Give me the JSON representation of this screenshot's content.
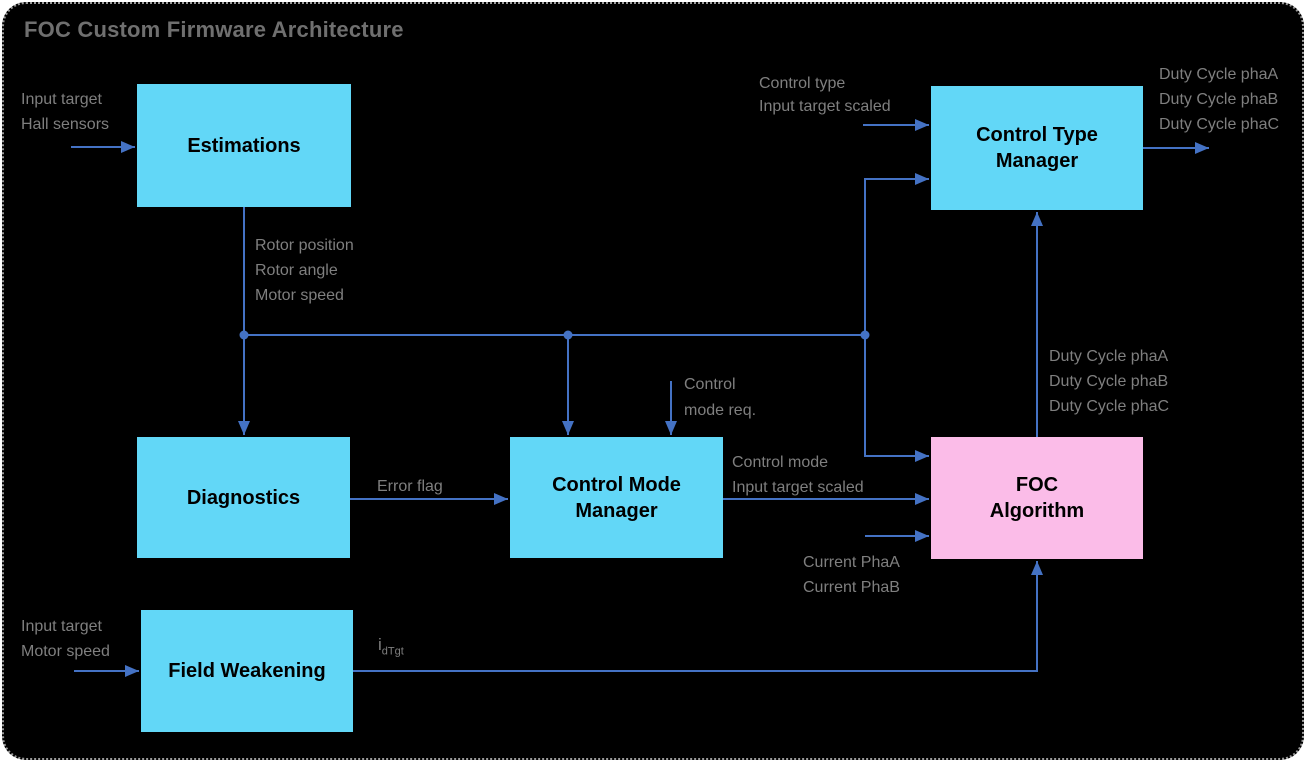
{
  "title": "FOC Custom Firmware Architecture",
  "colors": {
    "canvas_background": "#000000",
    "block_cyan": "#62d7f7",
    "block_pink": "#fbbce8",
    "connector_blue": "#4472c4",
    "label_gray": "#7f7f7f",
    "title_gray": "#6f6f6f"
  },
  "blocks": {
    "estimations": {
      "label": "Estimations"
    },
    "diagnostics": {
      "label": "Diagnostics"
    },
    "control_mode_manager": {
      "label": "Control Mode\nManager"
    },
    "control_type_manager": {
      "label": "Control Type\nManager"
    },
    "foc_algorithm": {
      "label": "FOC\nAlgorithm"
    },
    "field_weakening": {
      "label": "Field Weakening"
    }
  },
  "signals": {
    "estimations_inputs": "Input target\nHall sensors",
    "estimations_outputs": "Rotor position\nRotor angle\nMotor speed",
    "control_type_inputs": "Control type\nInput target scaled",
    "control_type_outputs": "Duty Cycle phaA\nDuty Cycle phaB\nDuty Cycle phaC",
    "control_mode_request": "Control\nmode req.",
    "error_flag": "Error flag",
    "control_mode_outputs": "Control mode\nInput target scaled",
    "duty_cycle_feedback": "Duty Cycle phaA\nDuty Cycle phaB\nDuty Cycle phaC",
    "current_inputs": "Current PhaA\nCurrent PhaB",
    "field_weakening_inputs": "Input target\nMotor speed",
    "field_weakening_output_base": "i",
    "field_weakening_output_sub": "dTgt"
  }
}
